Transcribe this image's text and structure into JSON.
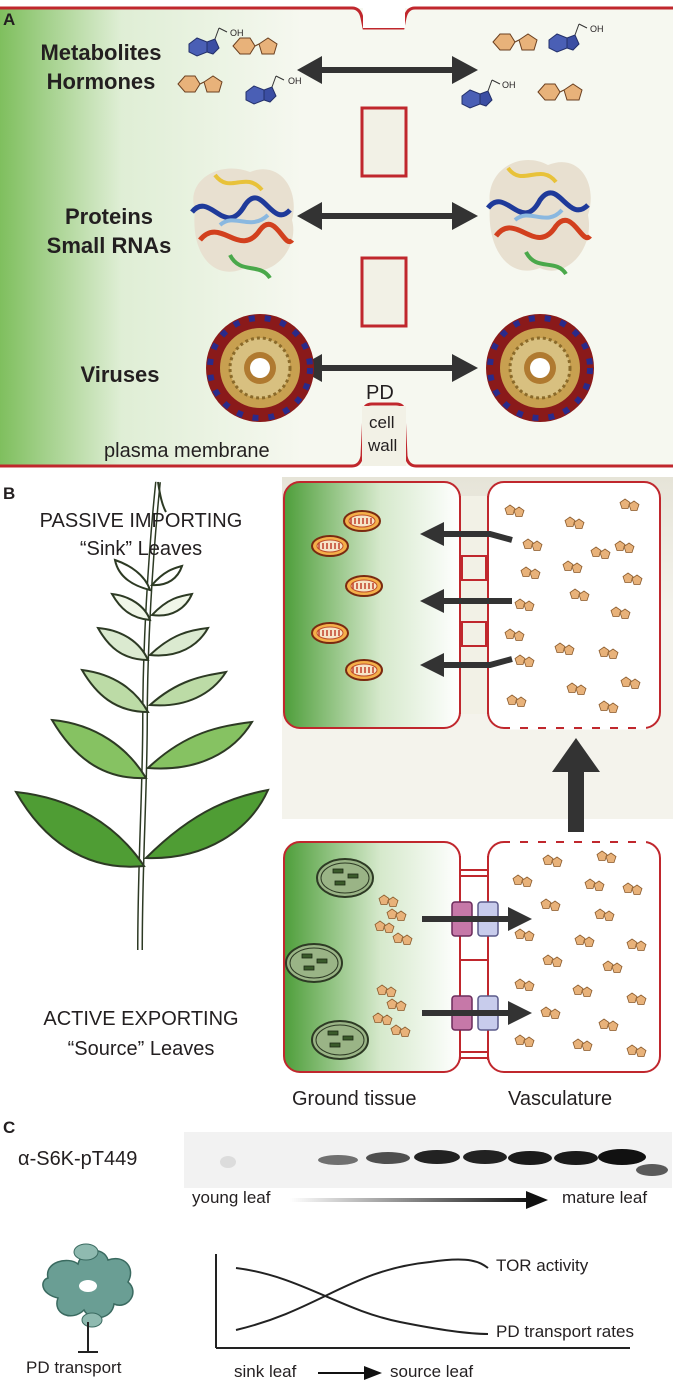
{
  "panel_a": {
    "letter": "A",
    "metabolites": "Metabolites",
    "hormones": "Hormones",
    "proteins": "Proteins",
    "small_rnas": "Small RNAs",
    "viruses": "Viruses",
    "pd": "PD",
    "plasma_membrane": "plasma membrane",
    "cell": "cell",
    "wall": "wall",
    "oh": "OH"
  },
  "panel_b": {
    "letter": "B",
    "passive_line1": "PASSIVE IMPORTING",
    "passive_line2": "“Sink” Leaves",
    "active_line1": "ACTIVE EXPORTING",
    "active_line2": "“Source” Leaves",
    "ground_tissue": "Ground tissue",
    "vasculature": "Vasculature"
  },
  "panel_c": {
    "letter": "C",
    "antibody": "α-S6K-pT449",
    "young_leaf": "young leaf",
    "mature_leaf": "mature leaf",
    "pd_transport": "PD transport",
    "tor_activity": "TOR activity",
    "pd_transport_rates": "PD transport rates",
    "sink_leaf": "sink leaf",
    "source_leaf": "source leaf"
  },
  "colors": {
    "membrane_red": "#c0272d",
    "green": "#5aa843",
    "arrow": "#333333",
    "sugar": "#e8b27a",
    "blue_molecule": "#4a5fb5"
  }
}
